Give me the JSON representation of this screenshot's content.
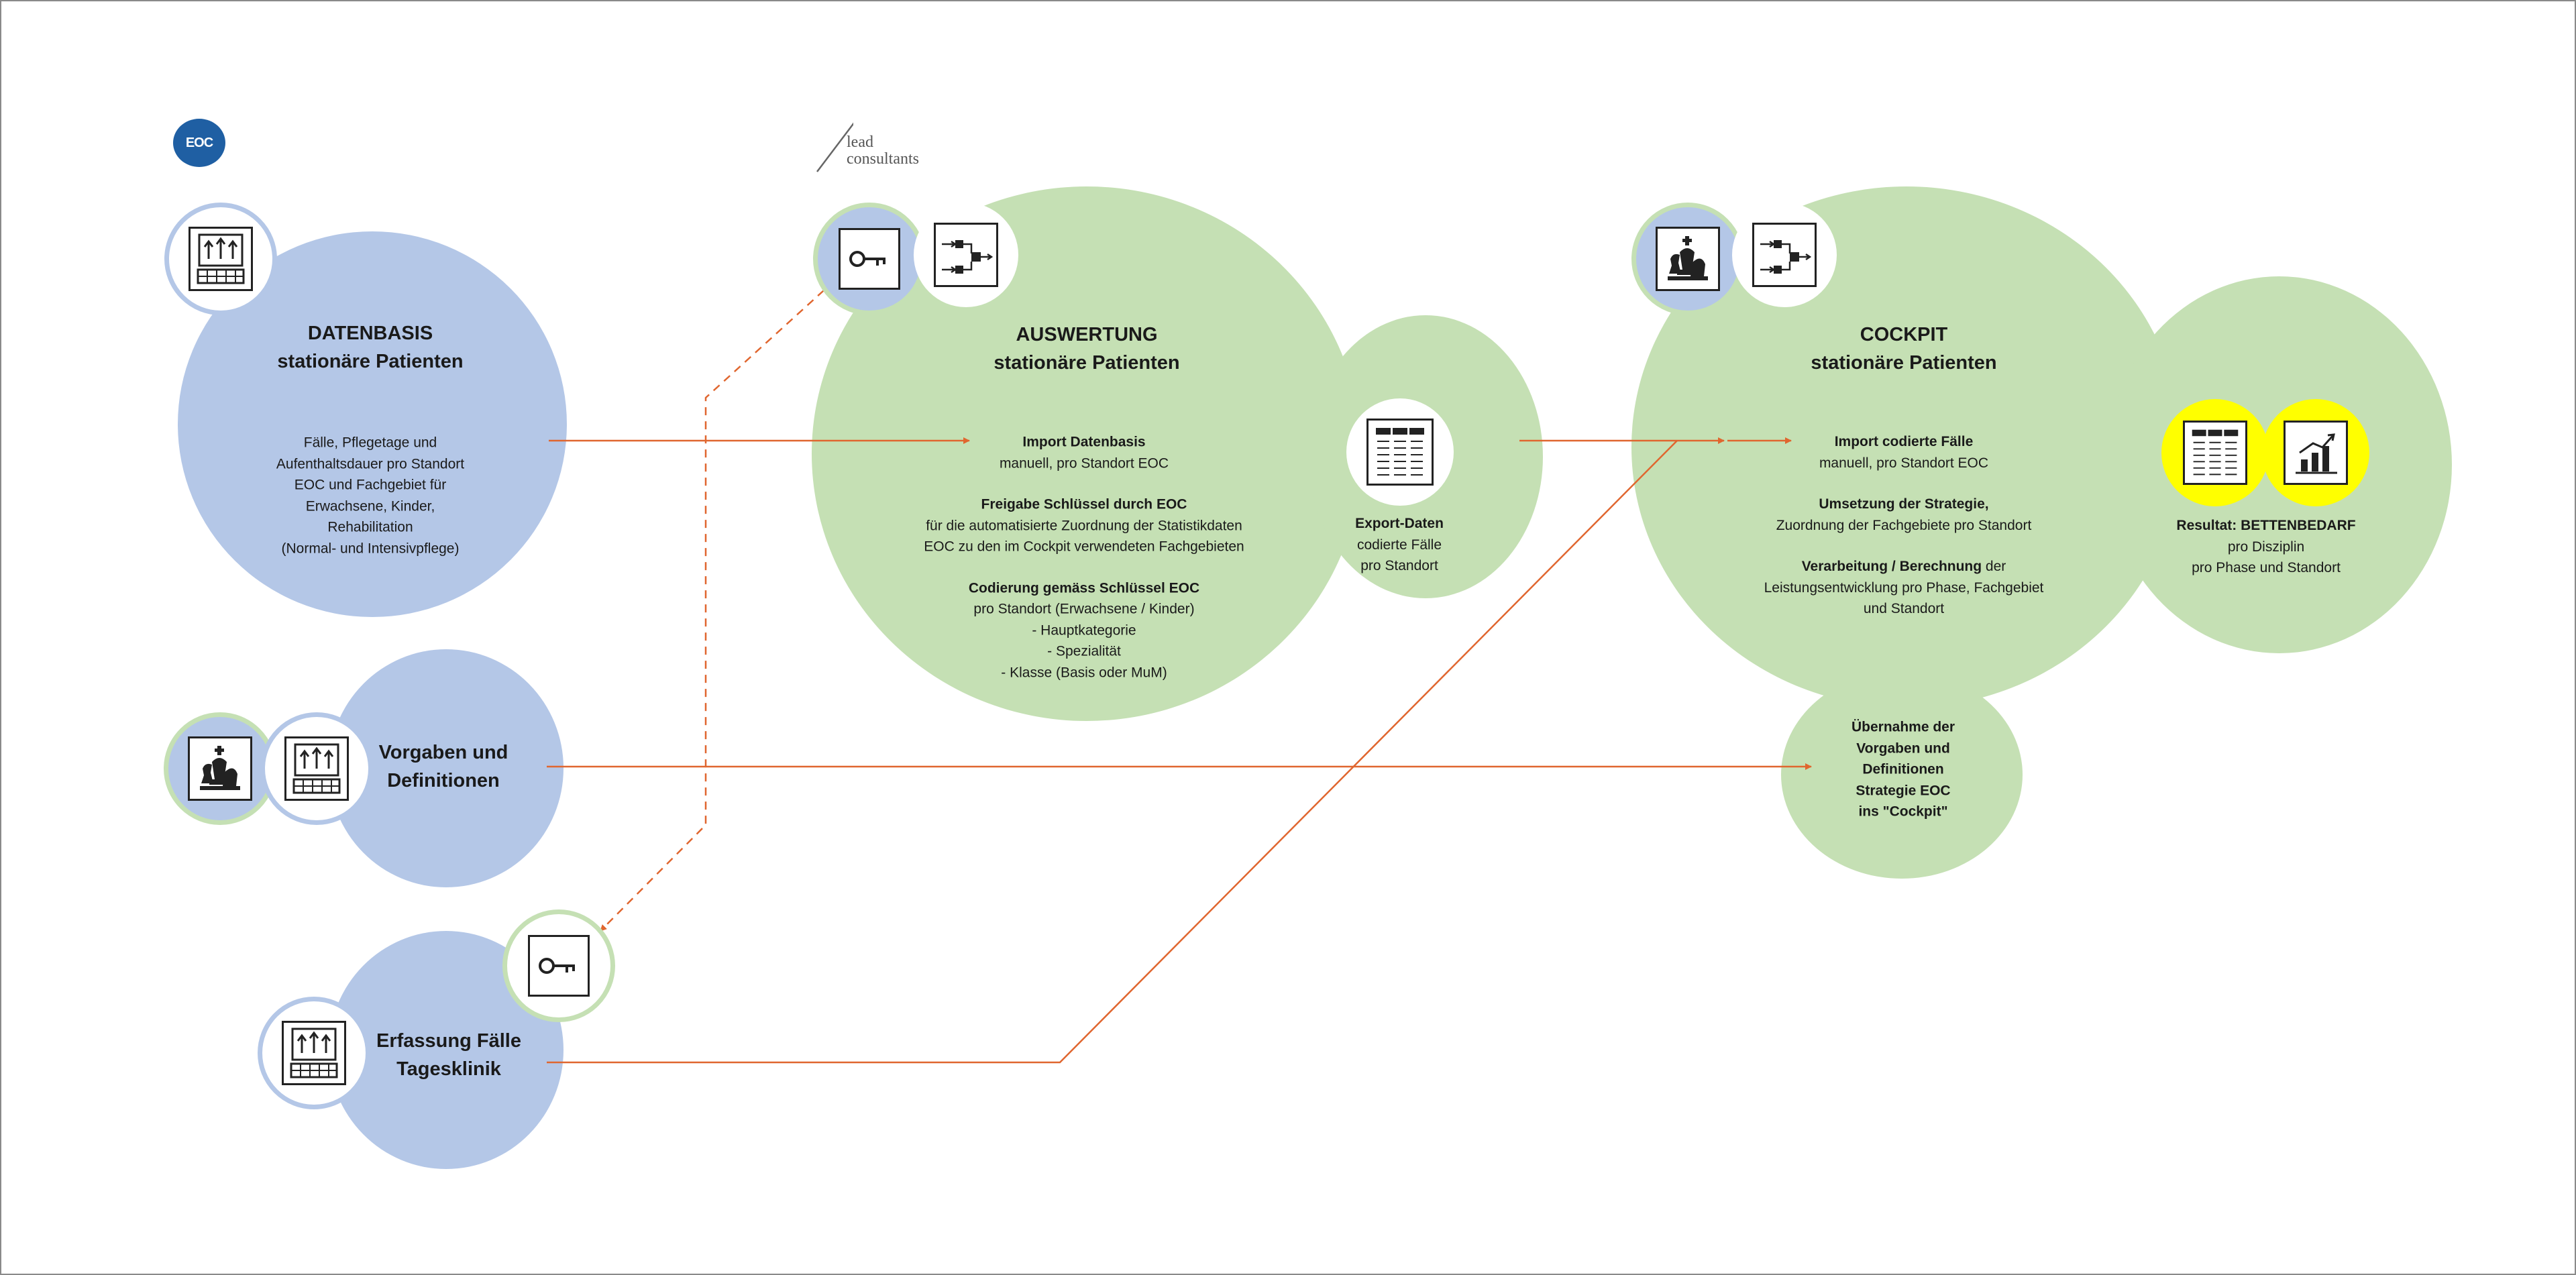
{
  "logos": {
    "eoc": "EOC",
    "lead_line1": "lead",
    "lead_line2": "consultants"
  },
  "datenbasis": {
    "title": "DATENBASIS",
    "subtitle": "stationäre Patienten",
    "body": [
      "Fälle, Pflegetage und",
      "Aufenthaltsdauer pro Standort",
      "EOC und Fachgebiet für",
      "Erwachsene, Kinder,",
      "Rehabilitation",
      "(Normal- und Intensivpflege)"
    ]
  },
  "vorgaben": {
    "title_line1": "Vorgaben und",
    "title_line2": "Definitionen"
  },
  "erfassung": {
    "title_line1": "Erfassung Fälle",
    "title_line2": "Tagesklinik"
  },
  "auswertung": {
    "title": "AUSWERTUNG",
    "subtitle": "stationäre Patienten",
    "import_title": "Import Datenbasis",
    "import_body": "manuell, pro Standort EOC",
    "freigabe_title": "Freigabe Schlüssel durch EOC",
    "freigabe_body": [
      "für die automatisierte Zuordnung der Statistikdaten",
      "EOC zu den im Cockpit verwendeten Fachgebieten"
    ],
    "codierung_title": "Codierung gemäss Schlüssel EOC",
    "codierung_body": [
      "pro Standort (Erwachsene / Kinder)",
      "- Hauptkategorie",
      "- Spezialität",
      "- Klasse (Basis oder MuM)"
    ]
  },
  "export": {
    "title": "Export-Daten",
    "body": [
      "codierte Fälle",
      "pro Standort"
    ]
  },
  "cockpit": {
    "title": "COCKPIT",
    "subtitle": "stationäre Patienten",
    "import_title": "Import codierte Fälle",
    "import_body": "manuell, pro Standort EOC",
    "umsetzung_title": "Umsetzung der Strategie,",
    "umsetzung_body": "Zuordnung der Fachgebiete pro Standort",
    "verarbeitung_title": "Verarbeitung / Berechnung",
    "verarbeitung_title_rest": " der",
    "verarbeitung_body": [
      "Leistungsentwicklung pro Phase, Fachgebiet",
      "und Standort"
    ]
  },
  "resultat": {
    "title": "Resultat: BETTENBEDARF",
    "body": [
      "pro Disziplin",
      "pro Phase und Standort"
    ]
  },
  "uebernahme": {
    "lines": [
      "Übernahme der",
      "Vorgaben und",
      "Definitionen",
      "Strategie EOC",
      "ins \"Cockpit\""
    ]
  },
  "icons": {
    "data_entry": "keyboard-upload-icon",
    "key": "key-icon",
    "process": "process-flow-icon",
    "strategy": "chess-pieces-icon",
    "table": "data-table-icon",
    "chart": "bar-chart-icon"
  },
  "colors": {
    "blue_circle": "#b4c7e7",
    "green_circle": "#c5e0b4",
    "arrow": "#e0662f",
    "highlight": "#ffff00",
    "eoc_logo": "#1f5fa3"
  }
}
